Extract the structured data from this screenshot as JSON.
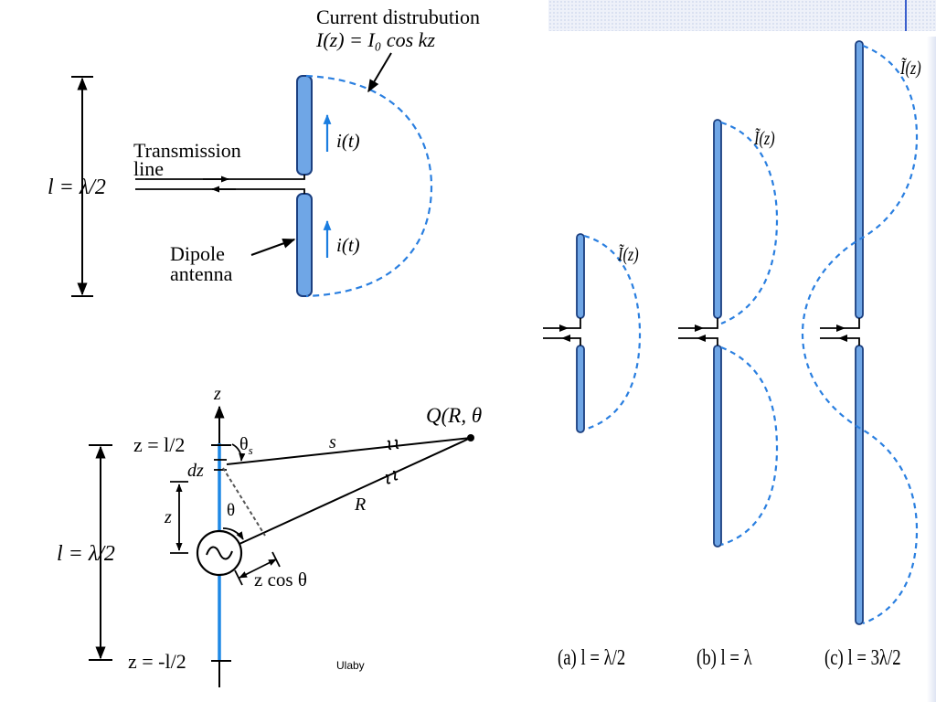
{
  "colors": {
    "dashed_current": "#2a7fe0",
    "conductor_fill": "#6fa6e6",
    "current_arrow": "#1a7de0",
    "blue_axis": "#1e88e5",
    "ink": "#000000"
  },
  "top_left": {
    "title_line1": "Current distrubution",
    "title_line2": "I(z) = I₀ cos kz",
    "length_label": "l = λ/2",
    "tline_label1": "Transmission",
    "tline_label2": "line",
    "dipole_label1": "Dipole",
    "dipole_label2": "antenna",
    "current_top": "i(t)",
    "current_bottom": "i(t)"
  },
  "bottom_left": {
    "z_axis": "z",
    "z_top": "z = l/2",
    "dz": "dz",
    "theta_s": "θ",
    "theta_s_sub": "s",
    "s_label": "s",
    "point_q": "Q(R, θ",
    "r_label": "R",
    "z_label": "z",
    "theta": "θ",
    "zcos": "z cos θ",
    "length_label": "l = λ/2",
    "z_bottom": "z = -l/2",
    "credit": "Ulaby"
  },
  "right": {
    "current_label": "Ĩ(z)",
    "caption_a": "(a)  l = λ/2",
    "caption_b": "(b)  l = λ",
    "caption_c": "(c)  l = 3λ/2"
  }
}
